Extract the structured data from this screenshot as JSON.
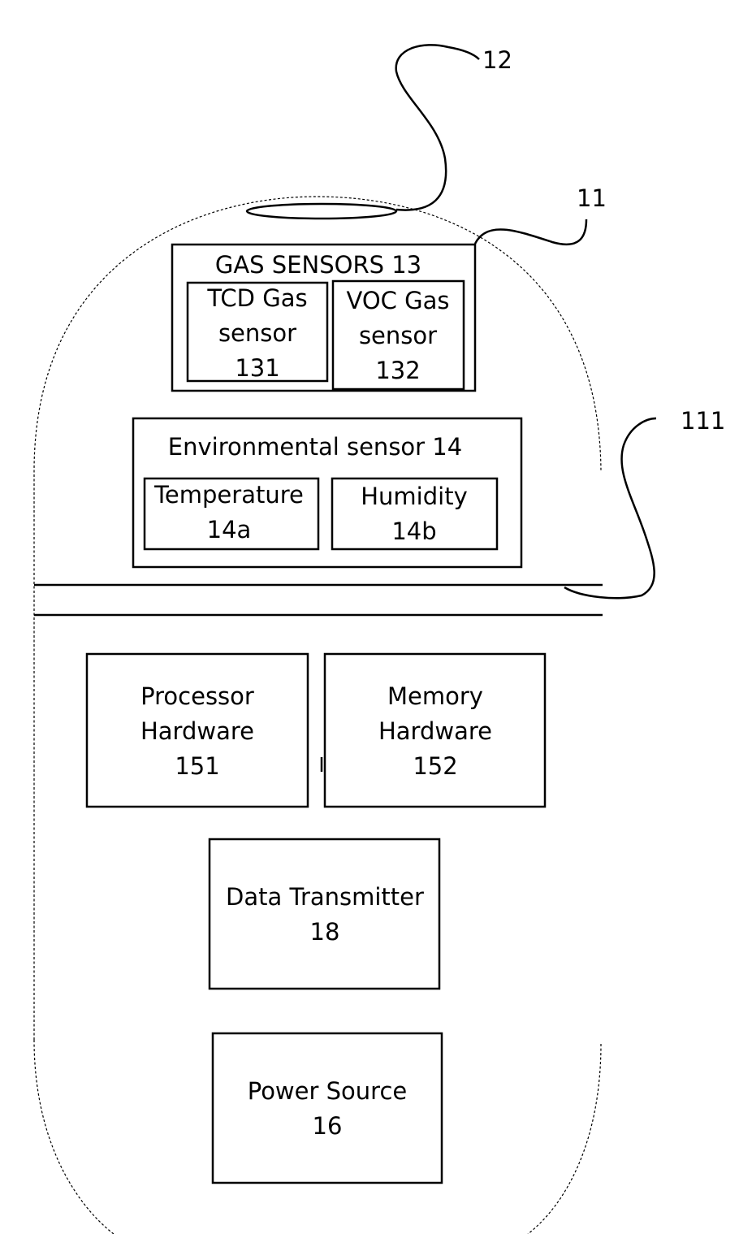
{
  "labels": {
    "antenna_ref": "12",
    "housing_ref": "11",
    "divider_ref": "111"
  },
  "gas_sensors": {
    "title": "GAS SENSORS 13",
    "tcd": [
      "TCD Gas",
      "sensor",
      "131"
    ],
    "voc": [
      "VOC Gas",
      "sensor",
      "132"
    ]
  },
  "environmental_sensor": {
    "title": "Environmental sensor 14",
    "temperature": [
      "Temperature",
      "14a"
    ],
    "humidity": [
      "Humidity",
      "14b"
    ]
  },
  "processor": [
    "Processor",
    "Hardware",
    "151"
  ],
  "memory": [
    "Memory",
    "Hardware",
    "152"
  ],
  "data_transmitter": [
    "Data Transmitter",
    "18"
  ],
  "power_source": [
    "Power Source",
    "16"
  ]
}
